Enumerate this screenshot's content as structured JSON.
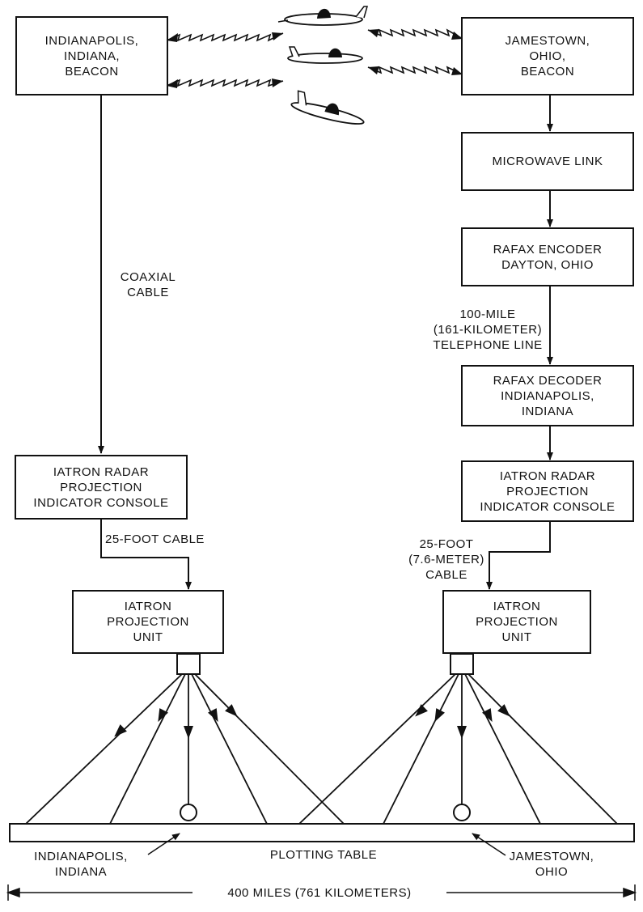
{
  "boxes": {
    "indy_beacon": [
      "INDIANAPOLIS,",
      "INDIANA,",
      "BEACON"
    ],
    "jamestown_beacon": [
      "JAMESTOWN,",
      "OHIO,",
      "BEACON"
    ],
    "microwave": [
      "MICROWAVE LINK"
    ],
    "rafax_encoder": [
      "RAFAX ENCODER",
      "DAYTON, OHIO"
    ],
    "rafax_decoder": [
      "RAFAX DECODER",
      "INDIANAPOLIS,",
      "INDIANA"
    ],
    "left_console": [
      "IATRON RADAR",
      "PROJECTION",
      "INDICATOR CONSOLE"
    ],
    "right_console": [
      "IATRON RADAR",
      "PROJECTION",
      "INDICATOR CONSOLE"
    ],
    "left_projection": [
      "IATRON",
      "PROJECTION",
      "UNIT"
    ],
    "right_projection": [
      "IATRON",
      "PROJECTION",
      "UNIT"
    ]
  },
  "labels": {
    "coaxial": [
      "COAXIAL",
      "CABLE"
    ],
    "telephone": [
      "100-MILE",
      "(161-KILOMETER)",
      "TELEPHONE LINE"
    ],
    "cable_left": "25-FOOT CABLE",
    "cable_right": [
      "25-FOOT",
      "(7.6-METER)",
      "CABLE"
    ],
    "plotting_table": "PLOTTING TABLE",
    "indy_point": [
      "INDIANAPOLIS,",
      "INDIANA"
    ],
    "jamestown_point": [
      "JAMESTOWN,",
      "OHIO"
    ],
    "distance": "400 MILES (761 KILOMETERS)"
  },
  "colors": {
    "ink": "#111111"
  },
  "icons": [
    "airplane-icon"
  ]
}
